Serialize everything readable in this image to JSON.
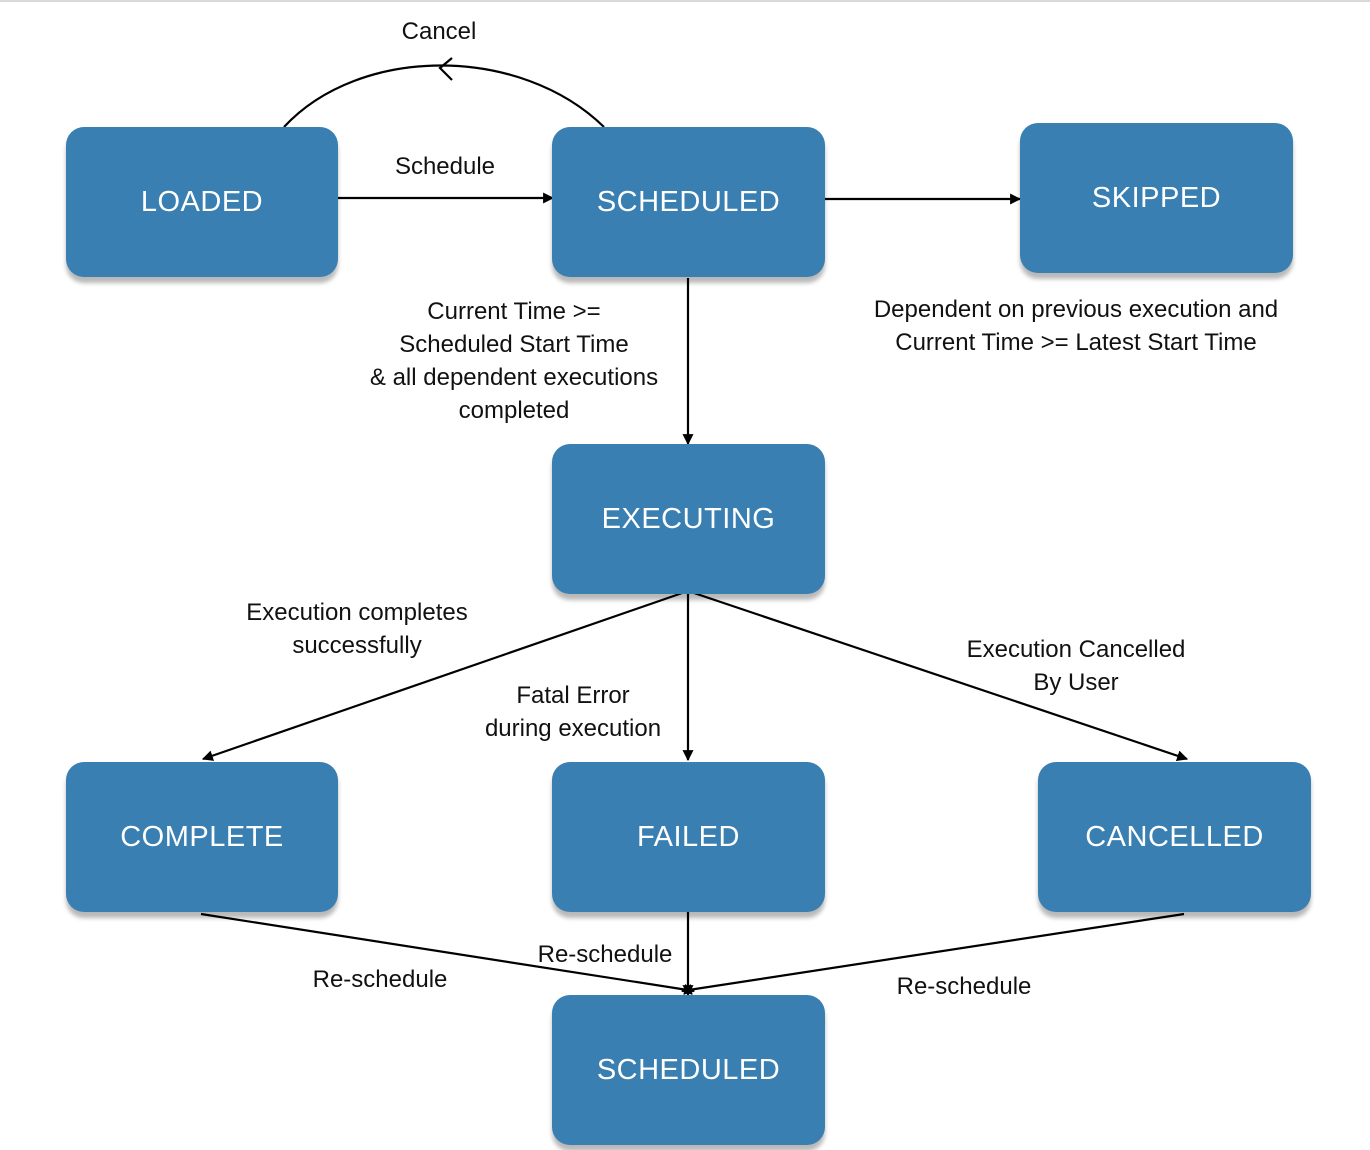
{
  "nodes": {
    "loaded": "LOADED",
    "scheduled": "SCHEDULED",
    "skipped": "SKIPPED",
    "executing": "EXECUTING",
    "complete": "COMPLETE",
    "failed": "FAILED",
    "cancelled": "CANCELLED",
    "rescheduled": "SCHEDULED"
  },
  "edge_labels": {
    "cancel": "Cancel",
    "schedule": "Schedule",
    "execute": [
      "Current Time >=",
      "Scheduled Start Time",
      "& all dependent executions",
      "completed"
    ],
    "skip": [
      "Dependent on previous execution and",
      "Current Time >= Latest Start Time"
    ],
    "complete": [
      "Execution completes",
      "successfully"
    ],
    "fail": [
      "Fatal Error",
      "during execution"
    ],
    "cancelled": [
      "Execution Cancelled",
      "By User"
    ],
    "reschedule_complete": "Re-schedule",
    "reschedule_failed": "Re-schedule",
    "reschedule_cancelled": "Re-schedule"
  },
  "colors": {
    "node_fill": "#3a7fb2",
    "node_text": "#ffffff",
    "edge": "#000000"
  }
}
